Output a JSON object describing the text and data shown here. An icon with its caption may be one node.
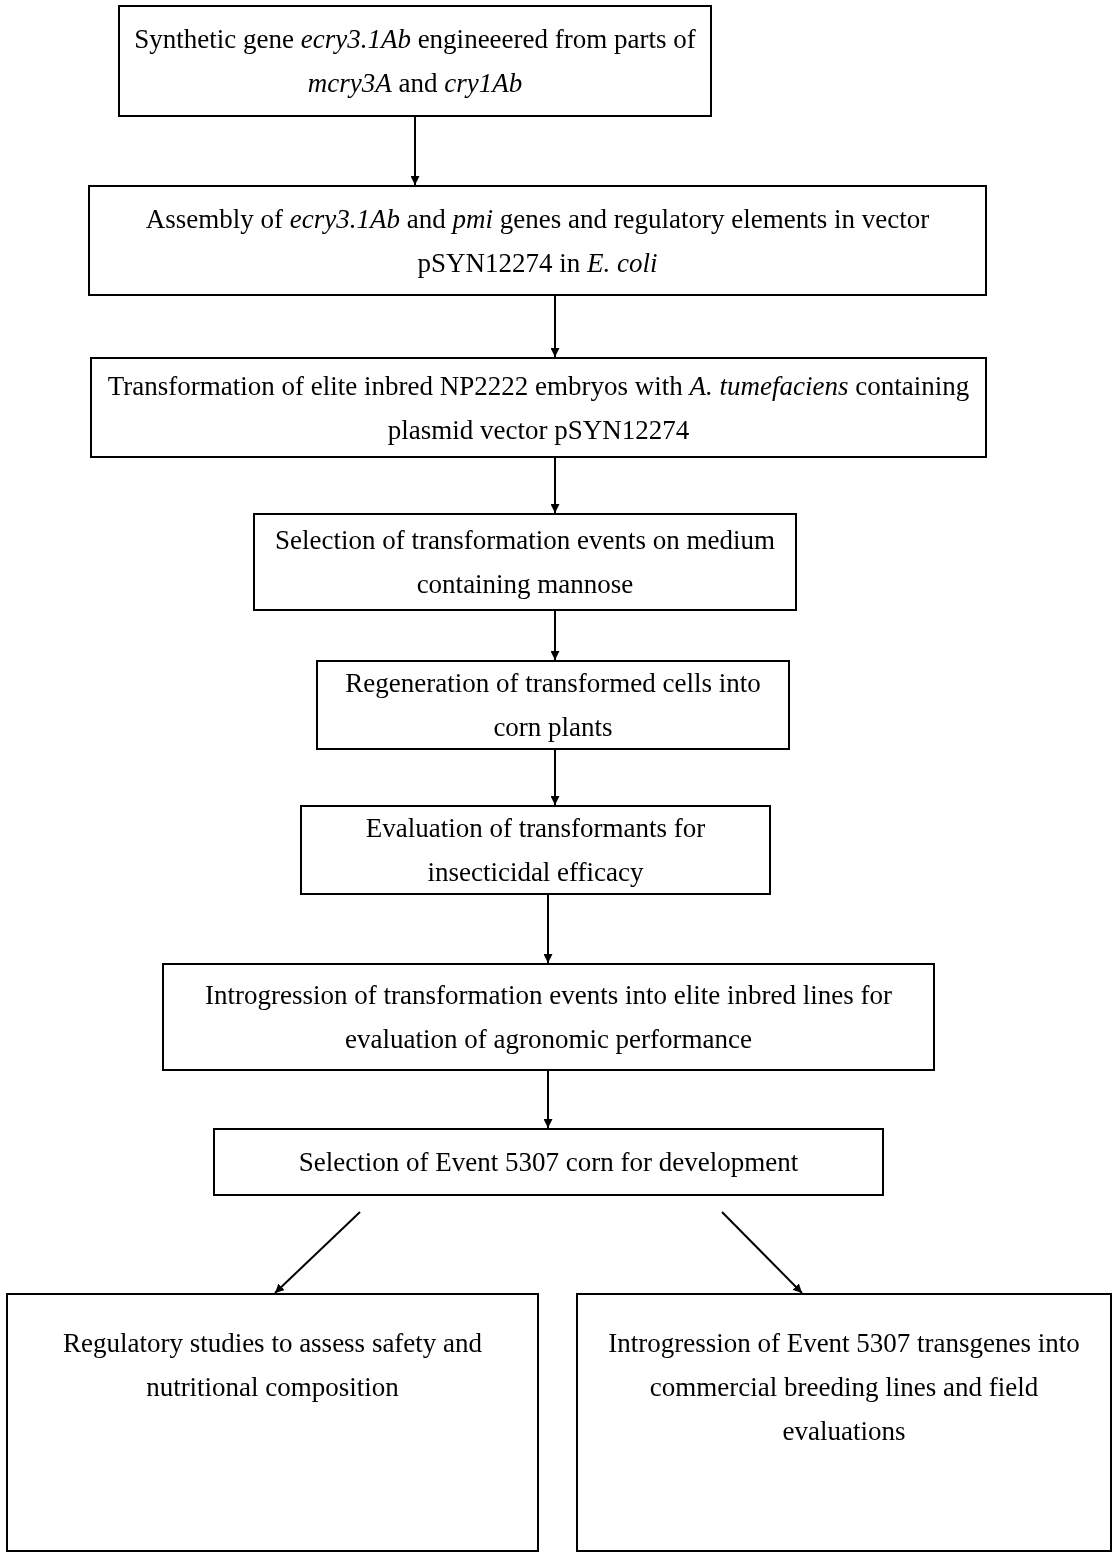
{
  "diagram": {
    "nodes": [
      {
        "text": [
          "Synthetic gene *ecry3.1Ab* engineeered from parts of *mcry3A* and *cry1Ab*"
        ]
      },
      {
        "text": [
          "Assembly of *ecry3.1Ab* and *pmi* genes and regulatory elements in vector pSYN12274 in *E. coli*"
        ]
      },
      {
        "text": [
          "Transformation of elite inbred NP2222 embryos with *A. tumefaciens* containing plasmid vector pSYN12274"
        ]
      },
      {
        "text": [
          "Selection of transformation events on medium containing mannose"
        ]
      },
      {
        "text": [
          "Regeneration of transformed cells into corn plants"
        ]
      },
      {
        "text": [
          "Evaluation of transformants for insecticidal efficacy"
        ]
      },
      {
        "text": [
          "Introgression of transformation events into elite inbred lines for evaluation of agronomic performance"
        ]
      },
      {
        "text": [
          "Selection of Event 5307 corn for development"
        ]
      },
      {
        "text": [
          "Regulatory studies to assess safety and nutritional composition"
        ]
      },
      {
        "text": [
          "Introgression of Event 5307 transgenes into commercial breeding lines and field evaluations"
        ]
      }
    ],
    "edges": [
      {
        "from": 0,
        "to": 1,
        "arrow": "to"
      },
      {
        "from": 1,
        "to": 2,
        "arrow": "to"
      },
      {
        "from": 2,
        "to": 3,
        "arrow": "to"
      },
      {
        "from": 3,
        "to": 4,
        "arrow": "to"
      },
      {
        "from": 4,
        "to": 5,
        "arrow": "to"
      },
      {
        "from": 5,
        "to": 6,
        "arrow": "to"
      },
      {
        "from": 6,
        "to": 7,
        "arrow": "to"
      },
      {
        "from": 7,
        "to": 8,
        "arrow": "to"
      },
      {
        "from": 7,
        "to": 9,
        "arrow": "to"
      }
    ]
  }
}
